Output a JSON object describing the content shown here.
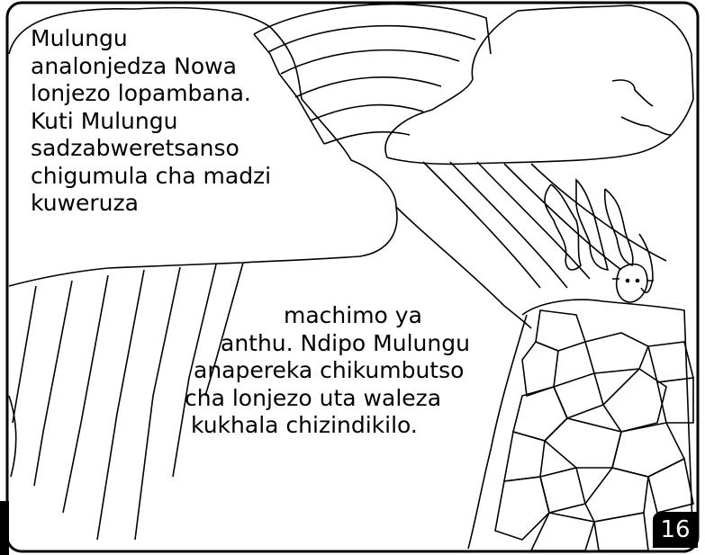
{
  "story": {
    "text_block_1": [
      "Mulungu",
      "analonjedza Nowa",
      "lonjezo lopambana.",
      "Kuti Mulungu",
      "sadzabweretsanso",
      "chigumula cha madzi",
      "kuweruza"
    ],
    "text_block_2": [
      "machimo ya",
      "anthu.  Ndipo Mulungu",
      "anapereka chikumbutso",
      "cha lonjezo uta waleza",
      "kukhala chizindikilo."
    ]
  },
  "page_number": "16",
  "illustration": {
    "subjects": [
      "rainbow",
      "clouds",
      "rain",
      "stone-altar",
      "smoke",
      "noah-figure"
    ],
    "colors": {
      "line": "#000000",
      "background": "#ffffff"
    }
  }
}
